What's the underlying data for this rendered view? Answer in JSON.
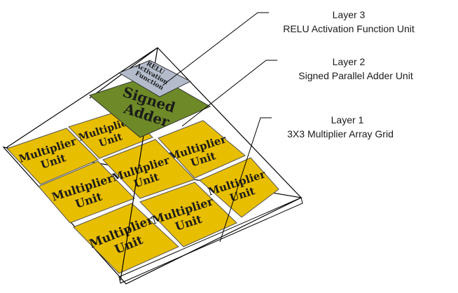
{
  "layers": [
    {
      "name": "Layer 3",
      "description": "RELU Activation Function Unit"
    },
    {
      "name": "Layer 2",
      "description": "Signed Parallel Adder Unit"
    },
    {
      "name": "Layer 1",
      "description": "3X3 Multiplier Array Grid"
    }
  ],
  "units": {
    "multiplier": {
      "line1": "Multiplier",
      "line2": "Unit",
      "count": 9
    },
    "adder": {
      "line1": "Signed",
      "line2": "Adder"
    },
    "relu": {
      "line1": "RELU",
      "line2": "Activation",
      "line3": "Function"
    }
  },
  "colors": {
    "multiplier_fill": "#e8be00",
    "adder_fill": "#6e8a28",
    "relu_fill": "#b4bccc",
    "lines": "#000000"
  }
}
